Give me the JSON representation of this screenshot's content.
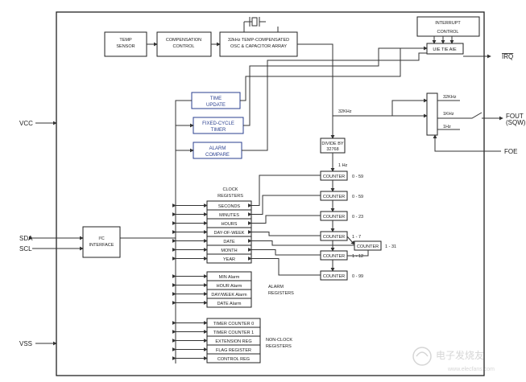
{
  "top": {
    "temp_sensor": [
      "TEMP",
      "SENSOR"
    ],
    "compensation": [
      "COMPENSATION",
      "CONTROL"
    ],
    "oscillator": [
      "32kHz TEMP-COMPENSATED",
      "OSC & CAPACITOR ARRAY"
    ],
    "interrupt": [
      "INTERRUPT",
      "CONTROL"
    ],
    "flags": "UIE TIE AIE"
  },
  "mid": {
    "time_update": [
      "TIME",
      "UPDATE"
    ],
    "fixed_cycle": [
      "FIXED-CYCLE",
      "TIMER"
    ],
    "alarm_compare": [
      "ALARM",
      "COMPARE"
    ],
    "khz32": "32KHz"
  },
  "sqw": {
    "options": [
      "32KHz",
      "1KHz",
      "1Hz"
    ]
  },
  "counters": {
    "divider": [
      "DIVIDE BY",
      "32768"
    ],
    "one_hz": "1 Hz",
    "label": "COUNTER",
    "ranges": [
      "0 - 59",
      "0 - 59",
      "0 - 23",
      "1 - 7",
      "1 - 31",
      "1 - 12",
      "0 - 99"
    ]
  },
  "registers": {
    "clock_title": [
      "CLOCK",
      "REGISTERS"
    ],
    "clock": [
      "SECONDS",
      "MINUTES",
      "HOURS",
      "DAY-OF-WEEK",
      "DATE",
      "MONTH",
      "YEAR"
    ],
    "alarm_title": [
      "ALARM",
      "REGISTERS"
    ],
    "alarm": [
      "MIN Alarm",
      "HOUR Alarm",
      "DAY/WEEK Alarm",
      "DATE Alarm"
    ],
    "nonclock_title": [
      "NON-CLOCK",
      "REGISTERS"
    ],
    "nonclock": [
      "TIMER COUNTER 0",
      "TIMER COUNTER 1",
      "EXTENSION REG",
      "FLAG REGISTER",
      "CONTROL REG"
    ]
  },
  "i2c": {
    "label": [
      "I²C",
      "INTERFACE"
    ]
  },
  "pins": {
    "vcc": "VCC",
    "vss": "VSS",
    "sda": "SDA",
    "scl": "SCL",
    "irq": "IRQ",
    "fout": "FOUT",
    "sqw": "(SQW)",
    "foe": "FOE"
  },
  "watermark": {
    "text": "电子发烧友",
    "url": "www.elecfans.com"
  }
}
